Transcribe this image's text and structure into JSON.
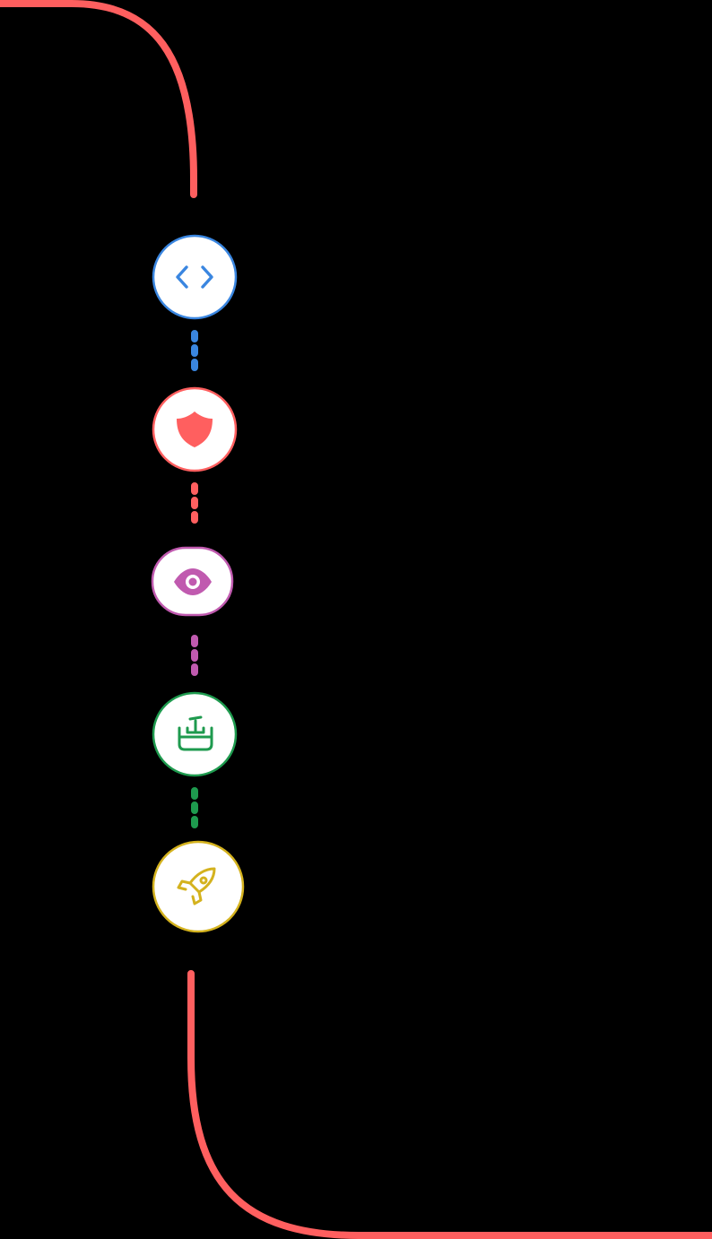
{
  "colors": {
    "background": "#000000",
    "connector": "#ff5f5f",
    "node_fill": "#ffffff"
  },
  "steps": [
    {
      "name": "code",
      "icon": "code-brackets-icon",
      "color": "#3a86e0"
    },
    {
      "name": "security",
      "icon": "shield-icon",
      "color": "#ff5f5f"
    },
    {
      "name": "review",
      "icon": "eye-icon",
      "color": "#c05aaf"
    },
    {
      "name": "build",
      "icon": "inbox-tray-icon",
      "color": "#1e9a4e"
    },
    {
      "name": "launch",
      "icon": "rocket-icon",
      "color": "#d4b21e"
    }
  ]
}
